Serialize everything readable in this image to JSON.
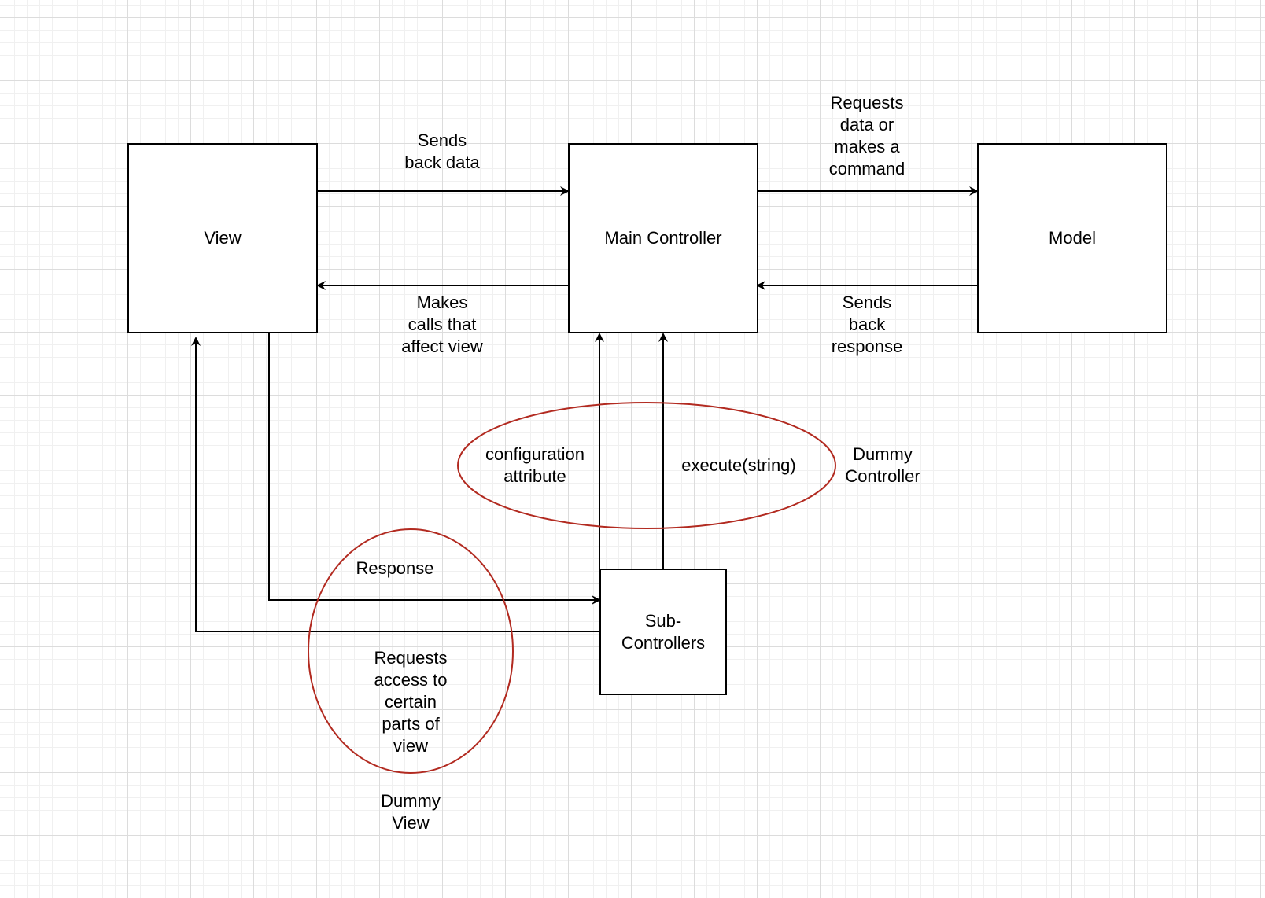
{
  "nodes": {
    "view": "View",
    "main_controller": "Main Controller",
    "model": "Model",
    "sub_controllers": "Sub-\nControllers"
  },
  "edges": {
    "view_to_main": "Sends\nback data",
    "main_to_view": "Makes\ncalls that\naffect view",
    "main_to_model": "Requests\ndata or\nmakes a\ncommand",
    "model_to_main": "Sends\nback\nresponse",
    "configuration": "configuration\nattribute",
    "execute": "execute(string)",
    "response": "Response",
    "requests_access": "Requests\naccess to\ncertain\nparts of\nview"
  },
  "groups": {
    "dummy_controller": "Dummy\nController",
    "dummy_view": "Dummy\nView"
  },
  "colors": {
    "line": "#000000",
    "highlight_ellipse": "#b22a20",
    "grid": "#dcdcdc"
  }
}
